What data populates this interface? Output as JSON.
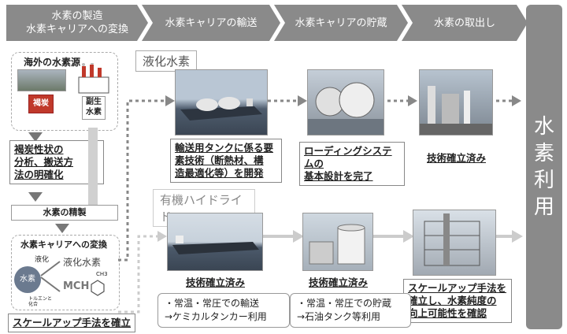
{
  "header": {
    "step1": "水素の製造\n水素キャリアへの変換",
    "step2": "水素キャリアの輸送",
    "step3": "水素キャリアの貯蔵",
    "step4": "水素の取出し"
  },
  "side_label": "水\n素\n利\n用",
  "source": {
    "title": "海外の水素源",
    "coal": "褐炭",
    "byproduct": "副生\n水素"
  },
  "left_notes": {
    "coal_analysis": "褐炭性状の\n分析、搬送方\n法の明確化",
    "purification": "水素の精製",
    "conversion_title": "水素キャリアへの変換",
    "liquefaction_small": "液化",
    "hydrogen_circle": "水素",
    "liquid_h2": "液化水素",
    "mch": "MCH",
    "ch3": "CH3",
    "toluene": "トルエンと\n化合",
    "scaleup_bottom": "スケールアップ手法を確立"
  },
  "rows": {
    "liquid_label": "液化水素",
    "organic_label": "有機ハイドライド"
  },
  "liquid_row": {
    "transport_note": "輸送用タンクに係る要\n素技術（断熱材、構\n造最適化等）を開発",
    "storage_note": "ローディングシステムの\n基本設計を完了",
    "extract_note": "技術確立済み"
  },
  "organic_row": {
    "transport_done": "技術確立済み",
    "storage_done": "技術確立済み",
    "extract_note": "スケールアップ手法を\n確立し、水素純度の\n向上可能性を確認",
    "transport_detail": "・常温・常圧での輸送\n→ケミカルタンカー利用",
    "storage_detail": "・常温・常圧での貯蔵\n→石油タンク等利用"
  },
  "colors": {
    "chevron": "#8a8a8a",
    "sky": "#b9c6d4",
    "sea": "#4f5d6e"
  }
}
